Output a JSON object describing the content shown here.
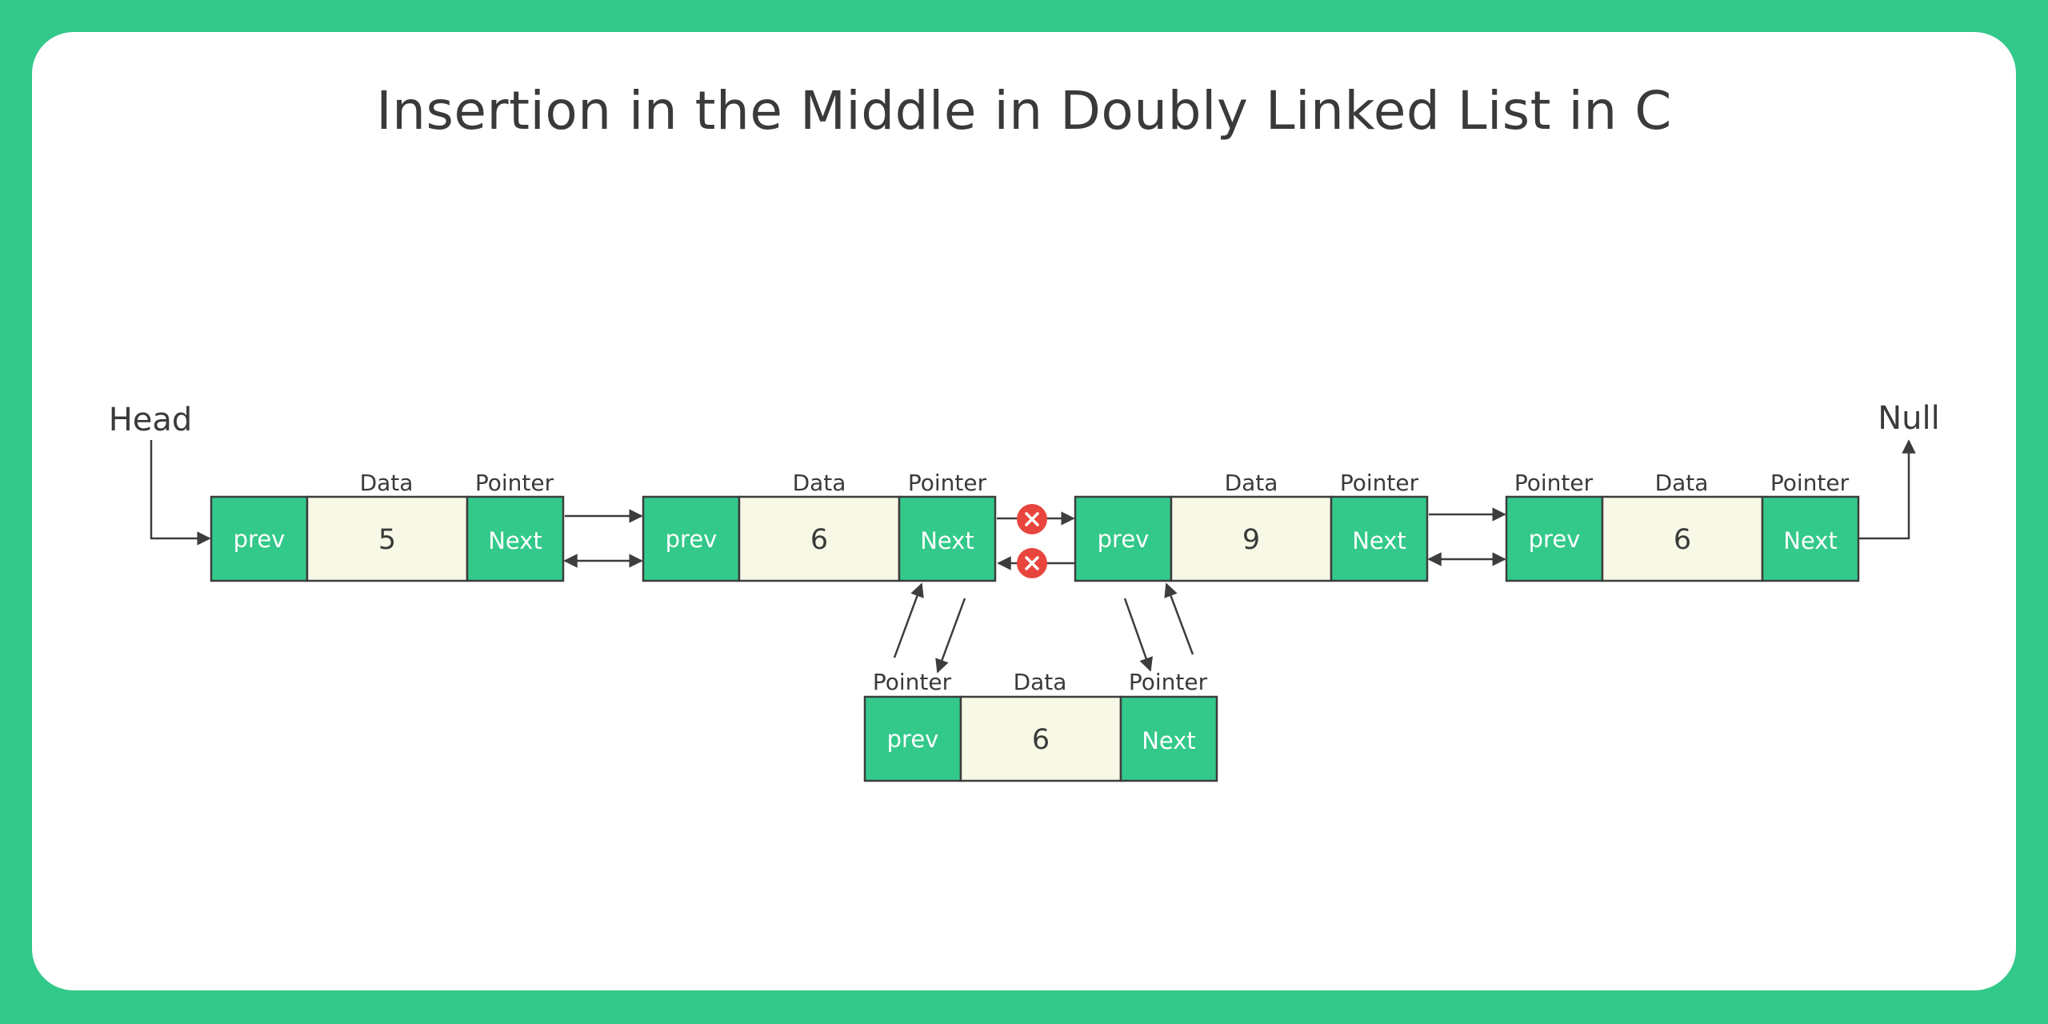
{
  "title": "Insertion in the Middle in Doubly Linked List in C",
  "colors": {
    "frame": "#33c98a",
    "pointer_cell": "#33c98a",
    "data_cell": "#f8f8e6",
    "text": "#3a3a3a",
    "cancel_mark": "#e8453c"
  },
  "head_label": "Head",
  "null_label": "Null",
  "nodes": [
    {
      "prev": "prev",
      "value": "5",
      "next": "Next",
      "left_header": "",
      "data_header": "Data",
      "right_header": "Pointer"
    },
    {
      "prev": "prev",
      "value": "6",
      "next": "Next",
      "left_header": "",
      "data_header": "Data",
      "right_header": "Pointer"
    },
    {
      "prev": "prev",
      "value": "9",
      "next": "Next",
      "left_header": "",
      "data_header": "Data",
      "right_header": "Pointer"
    },
    {
      "prev": "prev",
      "value": "6",
      "next": "Next",
      "left_header": "Pointer",
      "data_header": "Data",
      "right_header": "Pointer"
    }
  ],
  "new_node": {
    "prev": "prev",
    "value": "6",
    "next": "Next",
    "left_header": "Pointer",
    "data_header": "Data",
    "right_header": "Pointer"
  },
  "cancel_icon": "x-circle-icon"
}
